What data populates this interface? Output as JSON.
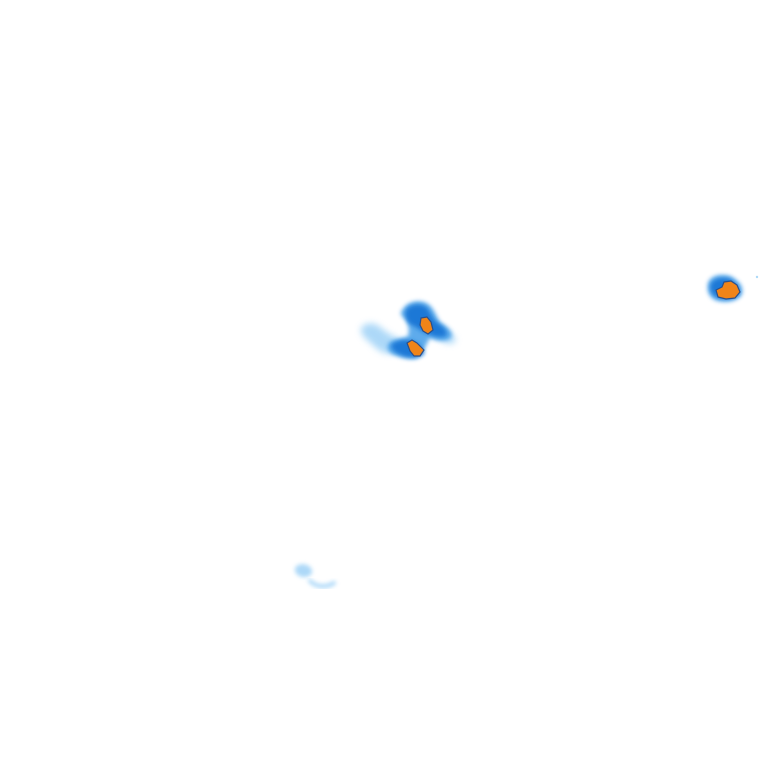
{
  "map": {
    "kind": "precipitation-radar-tile",
    "background_color": "#ffffff",
    "intensity_colors": {
      "light": "#9fd2f7",
      "moderate": "#4ea3ea",
      "heavy": "#1a78d6",
      "very_heavy": "#f08418",
      "outline": "#2b4f8a"
    },
    "cells": [
      {
        "id": "central-north",
        "max_intensity": "very_heavy"
      },
      {
        "id": "central-south",
        "max_intensity": "very_heavy"
      },
      {
        "id": "central-west-trail",
        "max_intensity": "light"
      },
      {
        "id": "east-edge",
        "max_intensity": "very_heavy"
      },
      {
        "id": "southwest",
        "max_intensity": "light"
      }
    ]
  }
}
